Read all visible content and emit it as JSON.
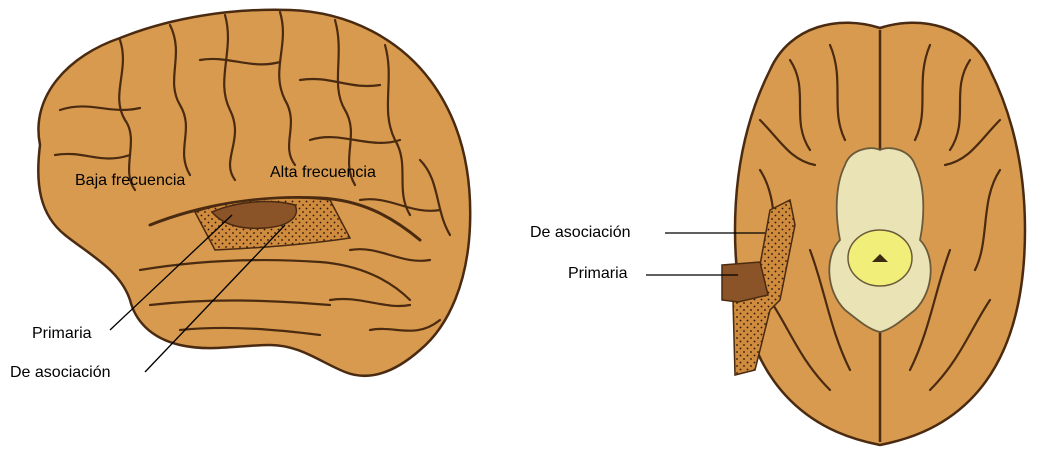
{
  "lateral_view": {
    "labels": {
      "low_frequency": "Baja frecuencia",
      "high_frequency": "Alta frecuencia",
      "primary": "Primaria",
      "association": "De asociación"
    }
  },
  "inferior_view": {
    "labels": {
      "association": "De asociación",
      "primary": "Primaria"
    }
  },
  "colors": {
    "brain_fill": "#D79A4E",
    "brain_light": "#E8B673",
    "sulcus_line": "#4A2A10",
    "primary_area": "#8A5328",
    "association_area": "#CF8B3E",
    "brainstem_fill": "#E9E3B6",
    "cerebellum_fill": "#F2EE7A"
  }
}
